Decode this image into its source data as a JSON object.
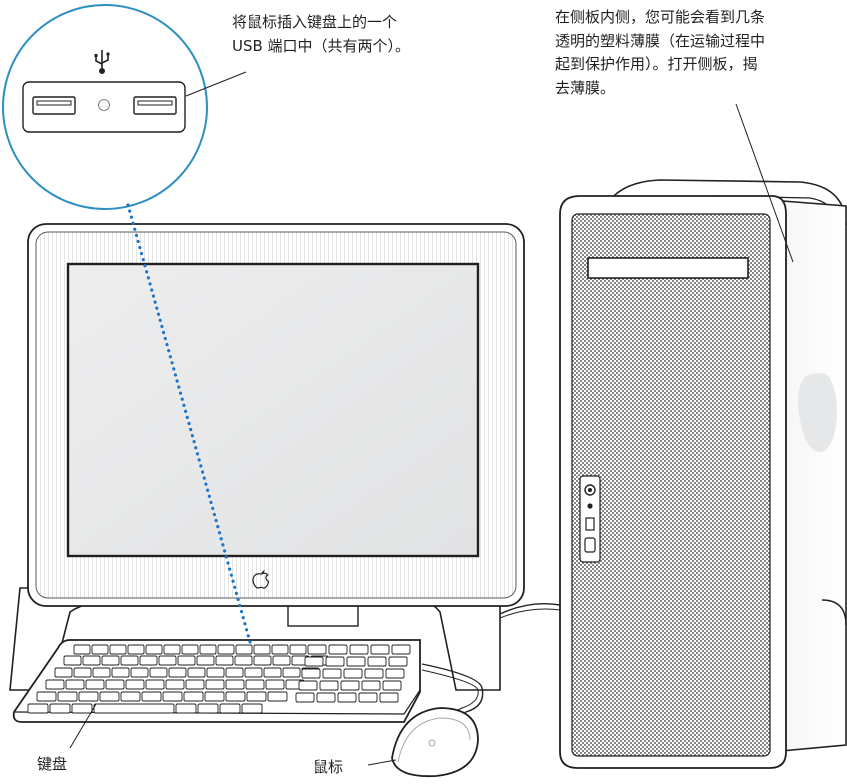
{
  "callouts": {
    "usb_note": [
      "将鼠标插入键盘上的一个",
      "USB 端口中（共有两个）。"
    ],
    "film_note": [
      "在侧板内侧，您可能会看到几条",
      "透明的塑料薄膜（在运输过程中",
      "起到保护作用）。打开侧板，揭",
      "去薄膜。"
    ]
  },
  "labels": {
    "keyboard": "键盘",
    "mouse": "鼠标"
  },
  "icons": {
    "usb_symbol": "usb-icon",
    "apple_logo": "apple-logo-icon"
  },
  "colors": {
    "zoom_circle": "#2f8fc0",
    "dotted_guide": "#1d74c9",
    "line_art": "#231f20",
    "screen_fill": "#e6e7e8",
    "grille": "#a7a9ac"
  }
}
